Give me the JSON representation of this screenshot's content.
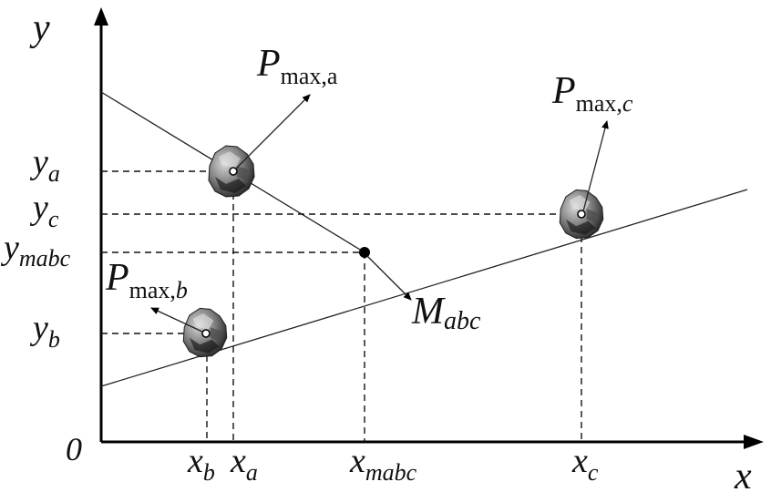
{
  "labels": {
    "y_axis": "y",
    "x_axis": "x",
    "origin": "0",
    "ya": {
      "main": "y",
      "sub": "a"
    },
    "yc": {
      "main": "y",
      "sub": "c"
    },
    "ymabc": {
      "main": "y",
      "sub": "mabc"
    },
    "yb": {
      "main": "y",
      "sub": "b"
    },
    "xb": {
      "main": "x",
      "sub": "b"
    },
    "xa": {
      "main": "x",
      "sub": "a"
    },
    "xmabc": {
      "main": "x",
      "sub": "mabc"
    },
    "xc": {
      "main": "x",
      "sub": "c"
    },
    "pmax_a": {
      "main": "P",
      "sub1": "max,",
      "sub2": "a"
    },
    "pmax_b": {
      "main": "P",
      "sub1": "max,",
      "sub2": "b"
    },
    "pmax_c": {
      "main": "P",
      "sub1": "max,",
      "sub2": "c"
    },
    "mabc": {
      "main": "M",
      "sub": "abc"
    }
  },
  "colors": {
    "axis": "#000000",
    "line": "#222222",
    "rock_dark": "#2b2b2b",
    "rock_light": "#bdbdbd"
  }
}
